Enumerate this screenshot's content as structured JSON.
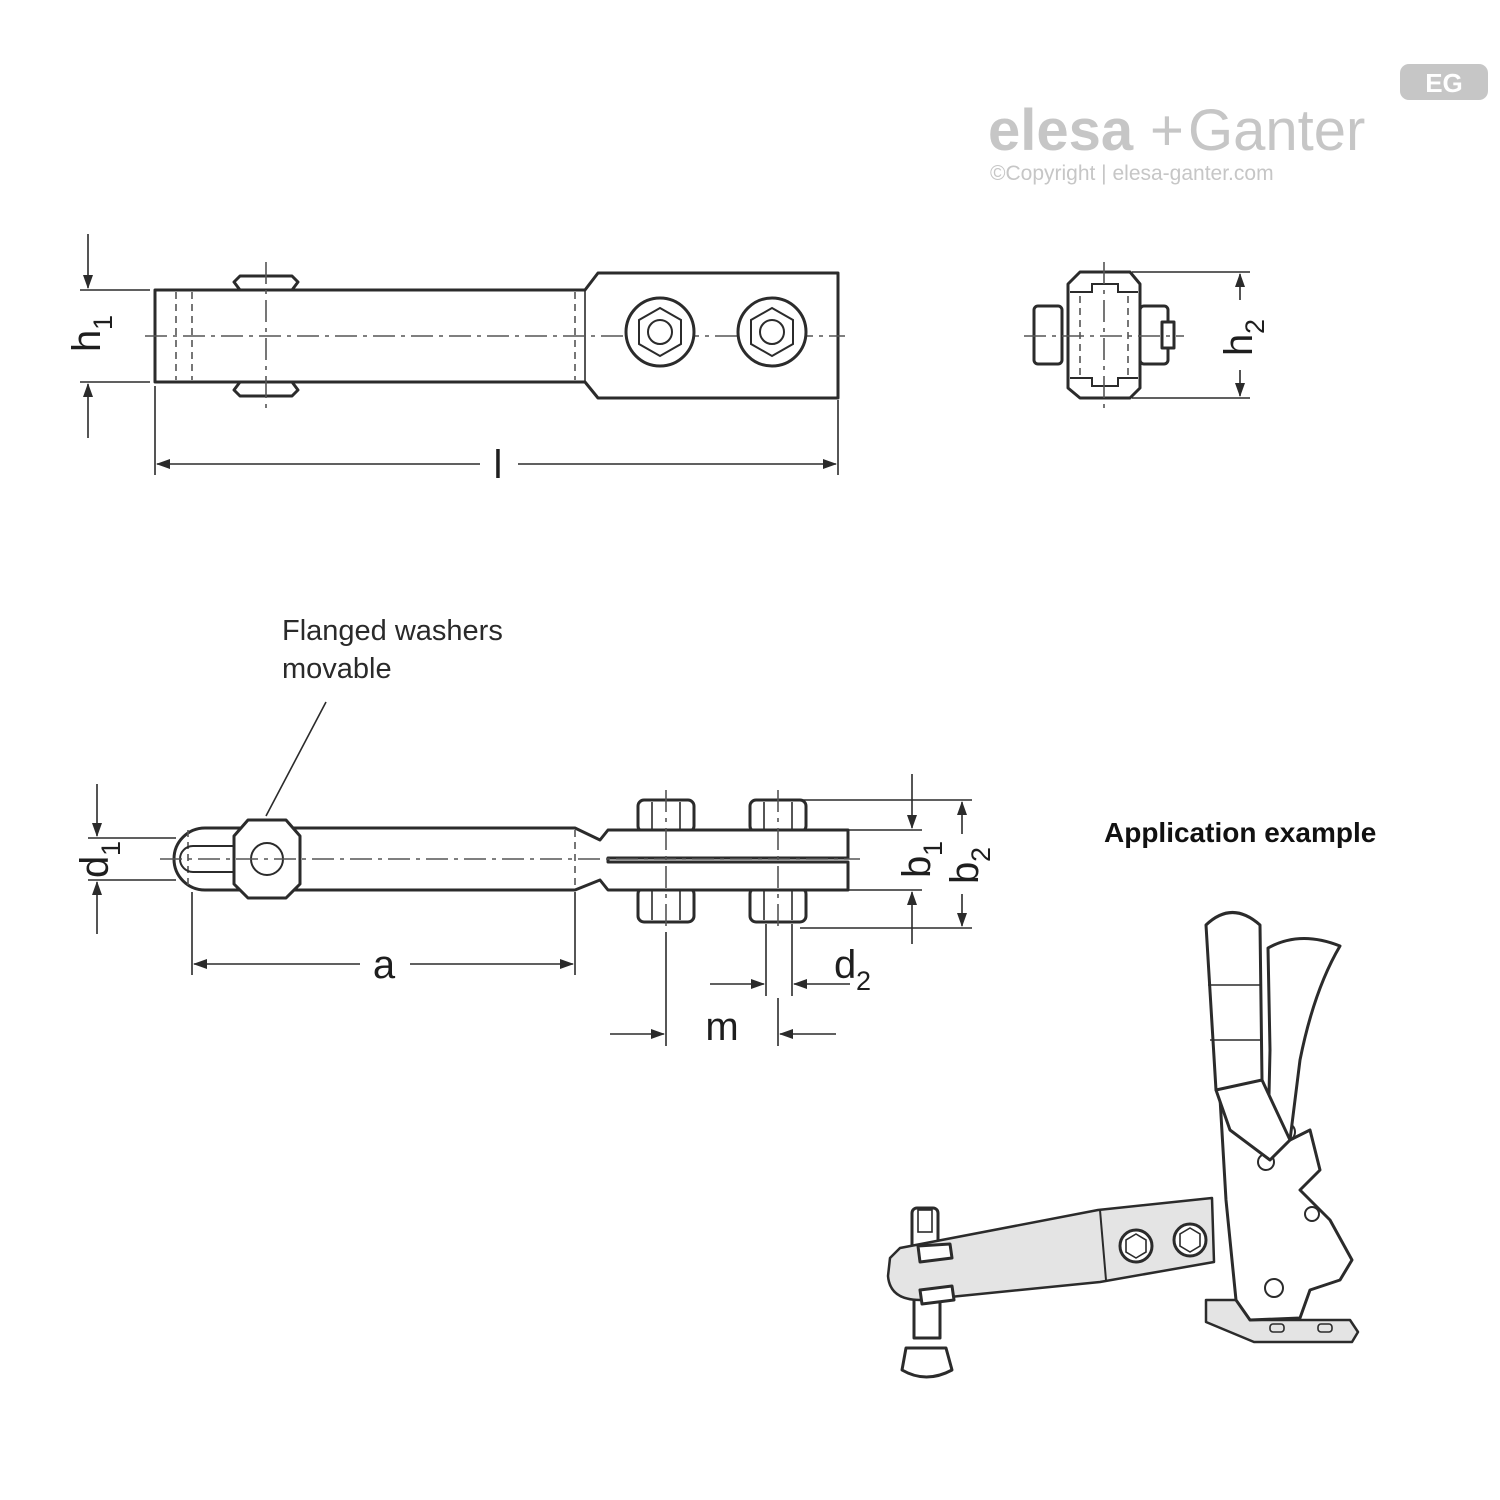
{
  "logo": {
    "brand_part1": "elesa",
    "brand_plus": "+",
    "brand_part2": "Ganter",
    "copyright": "©Copyright | elesa-ganter.com",
    "badge": "EG"
  },
  "top_view": {
    "dim_h1": "h",
    "dim_h1_sub": "1",
    "dim_l": "l"
  },
  "end_view": {
    "dim_h2": "h",
    "dim_h2_sub": "2"
  },
  "plan_view": {
    "note_line1": "Flanged washers",
    "note_line2": "movable",
    "dim_d1": "d",
    "dim_d1_sub": "1",
    "dim_a": "a",
    "dim_b1": "b",
    "dim_b1_sub": "1",
    "dim_b2": "b",
    "dim_b2_sub": "2",
    "dim_d2": "d",
    "dim_d2_sub": "2",
    "dim_m": "m"
  },
  "application": {
    "title": "Application example"
  },
  "colors": {
    "line": "#2b2b2b",
    "logo_grey": "#c6c6c6",
    "fill_grey": "#e4e4e4"
  }
}
